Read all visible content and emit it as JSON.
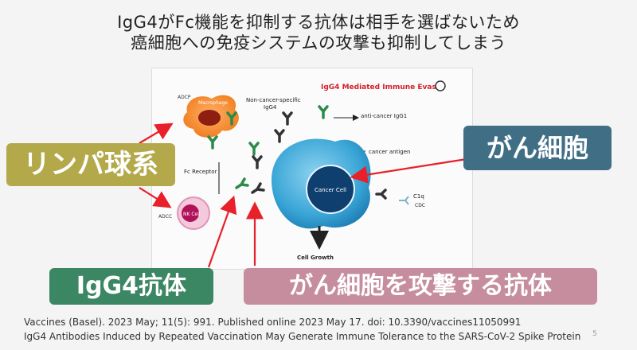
{
  "title": {
    "line1": "IgG4がFc機能を抑制する抗体は相手を選ばないため",
    "line2": "癌細胞への免疫システムの攻撃も抑制してしまう"
  },
  "diagram": {
    "header": "IgG4 Mediated Immune Evas",
    "labels": {
      "adcp": "ADCP",
      "macrophage": "Macrophage",
      "non_cancer_1": "Non-cancer-specific",
      "non_cancer_2": "IgG4",
      "anti_cancer": "anti-cancer IgG1",
      "cancer_antigen": "cancer antigen",
      "fc_receptor": "Fc Receptor",
      "adcc": "ADCC",
      "nk_cell": "NK Cell",
      "cancer_cell": "Cancer Cell",
      "c1q": "C1q",
      "cdc": "CDC",
      "cell_growth": "Cell Growth"
    }
  },
  "callouts": {
    "lymph": "リンパ球系",
    "cancer_cell": "がん細胞",
    "igg4": "IgG4抗体",
    "attack": "がん細胞を攻撃する抗体"
  },
  "citation": {
    "line1": "Vaccines (Basel). 2023 May; 11(5): 991.    Published online 2023 May 17. doi: 10.3390/vaccines11050991",
    "line2": "IgG4 Antibodies Induced by Repeated Vaccination May Generate Immune Tolerance to the SARS-CoV-2 Spike Protein"
  },
  "page_number": "5",
  "colors": {
    "lymph": "#b3a94a",
    "cancer_cell": "#3f6e85",
    "igg4": "#3b8663",
    "attack": "#c68d9f",
    "arrow": "#e8202a"
  }
}
